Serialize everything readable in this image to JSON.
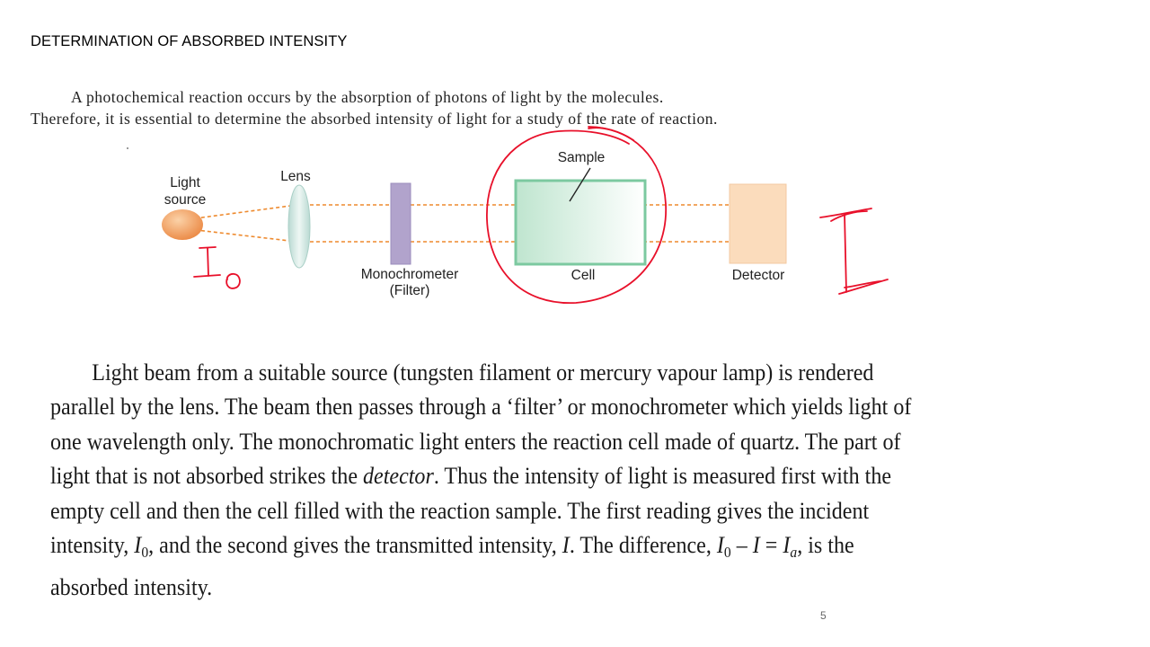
{
  "slide": {
    "title": "DETERMINATION OF ABSORBED INTENSITY",
    "page_number": "5"
  },
  "intro": {
    "line1": "A photochemical reaction occurs by the absorption of photons of light by the molecules.",
    "line2": "Therefore, it is essential to determine the absorbed intensity of light for a study of the rate of reaction."
  },
  "diagram": {
    "light_source_label_1": "Light",
    "light_source_label_2": "source",
    "lens_label": "Lens",
    "sample_label": "Sample",
    "monochrometer_label_1": "Monochrometer",
    "monochrometer_label_2": "(Filter)",
    "cell_label": "Cell",
    "detector_label": "Detector",
    "colors": {
      "beam": "#ee8a2e",
      "source": "#f0a060",
      "lens": "#cfe6e0",
      "filter": "#b1a3cc",
      "cell_border": "#7cc9a0",
      "detector": "#fbdcbc",
      "annotation": "#e8102a"
    }
  },
  "annotations": {
    "io_label": "I",
    "io_subscript": "o",
    "i_label": "I"
  },
  "body": {
    "l1": "Light beam from a suitable source (tungsten filament or mercury vapour lamp) is rendered",
    "l2": "parallel by the lens. The beam then passes through a ‘filter’ or monochrometer which yields light of",
    "l3": "one wavelength only. The monochromatic light enters the reaction cell made of quartz. The part of",
    "l4a": "light that is not absorbed strikes the ",
    "l4b": "detector",
    "l4c": ". Thus the intensity of light is measured first with the",
    "l5": "empty cell and then the cell filled with the reaction sample. The first reading gives the incident",
    "l6a": "intensity, ",
    "l6_i": "I",
    "l6_sub0": "0",
    "l6b": ", and the second gives the transmitted intensity, ",
    "l6c": ". The difference, ",
    "l6d": " – ",
    "l6e": " = ",
    "l6_suba": "a",
    "l6f": ", is the",
    "l7": "absorbed intensity."
  }
}
